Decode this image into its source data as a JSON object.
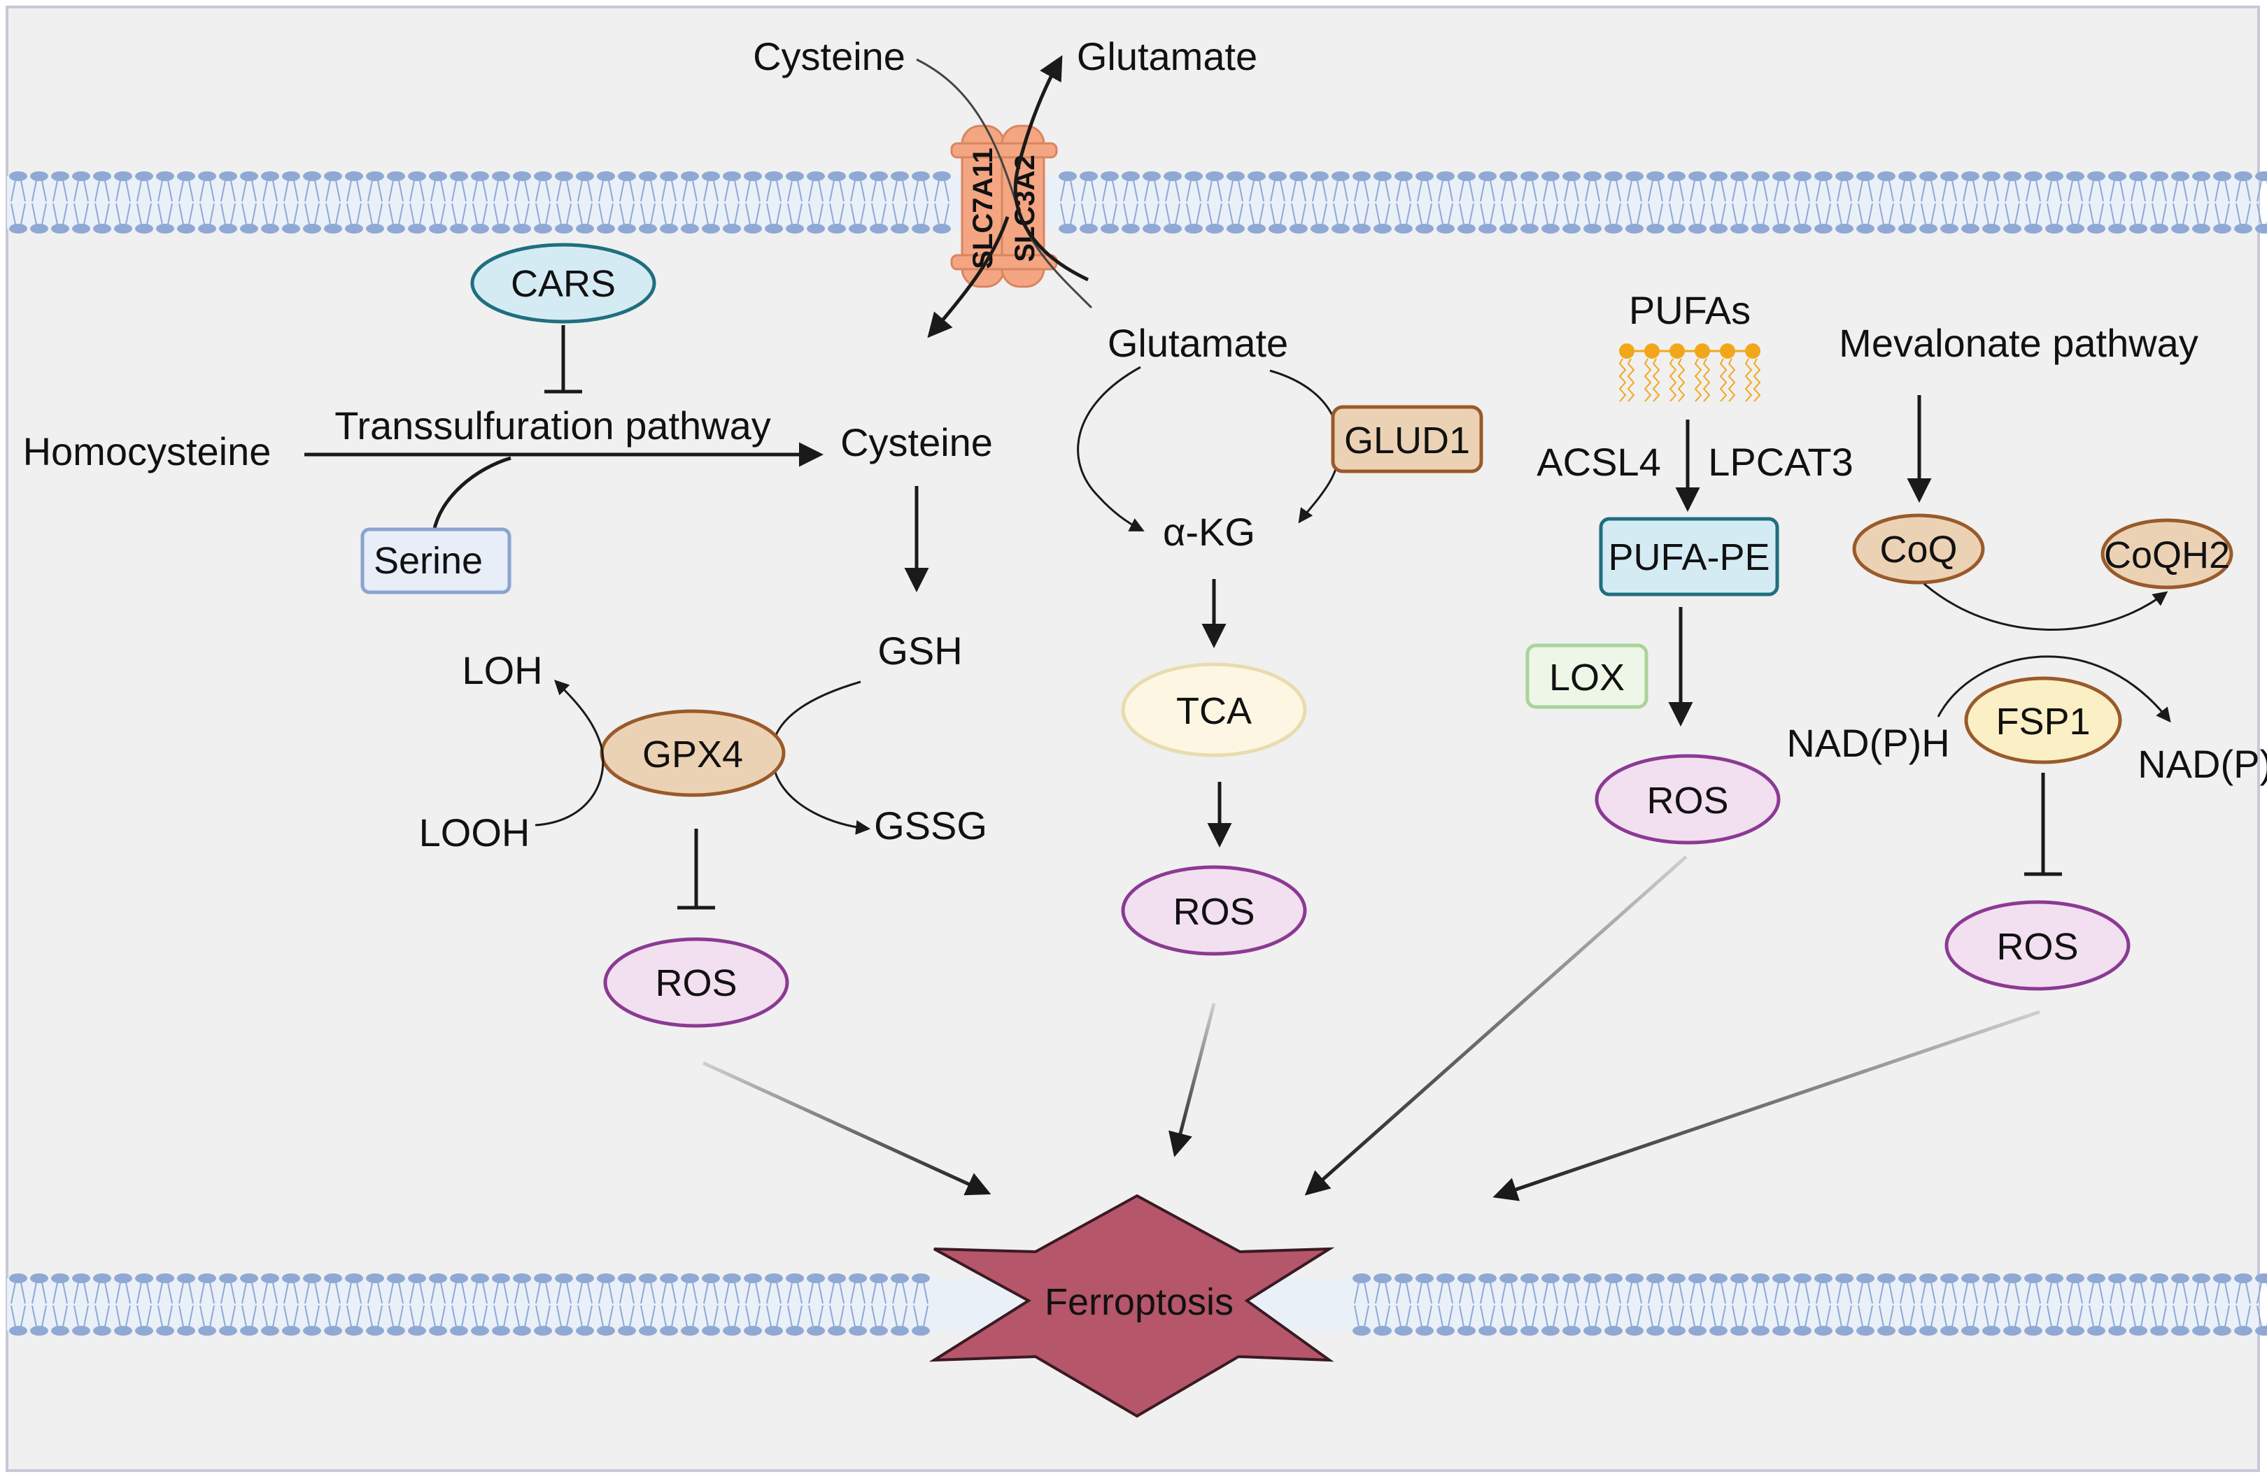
{
  "transporter": {
    "cysteine_out": "Cysteine",
    "glutamate_out": "Glutamate",
    "slc7a11": "SLC7A11",
    "slc3a2": "SLC3A2"
  },
  "transsulfuration": {
    "cars": "CARS",
    "pathway": "Transsulfuration pathway",
    "homocysteine": "Homocysteine",
    "cysteine": "Cysteine",
    "serine": "Serine"
  },
  "gpx4_axis": {
    "gsh": "GSH",
    "gssg": "GSSG",
    "gpx4": "GPX4",
    "loh": "LOH",
    "looh": "LOOH",
    "ros": "ROS"
  },
  "glutamate_axis": {
    "glutamate_in": "Glutamate",
    "glud1": "GLUD1",
    "akg": "α-KG",
    "tca": "TCA",
    "ros": "ROS"
  },
  "pufa_axis": {
    "pufas": "PUFAs",
    "acsl4": "ACSL4",
    "lpcat3": "LPCAT3",
    "pufa_pe": "PUFA-PE",
    "lox": "LOX",
    "ros": "ROS"
  },
  "fsp1_axis": {
    "mevalonate": "Mevalonate pathway",
    "coq": "CoQ",
    "coqh2": "CoQH2",
    "nadph": "NAD(P)H",
    "nadp": "NAD(P)+",
    "fsp1": "FSP1",
    "ros": "ROS"
  },
  "outcome": {
    "ferroptosis": "Ferroptosis"
  },
  "colors": {
    "membrane_head": "#8fa9d4",
    "membrane_fill": "#e9f0f8",
    "background": "#f0f0f0",
    "transporter": "#f4a582",
    "ros_fill": "#f2dff0",
    "ros_stroke": "#8b3a93",
    "enzyme_fill": "#ecd2b4",
    "enzyme_stroke": "#9a5a2a",
    "ferroptosis": "#b5566a"
  }
}
